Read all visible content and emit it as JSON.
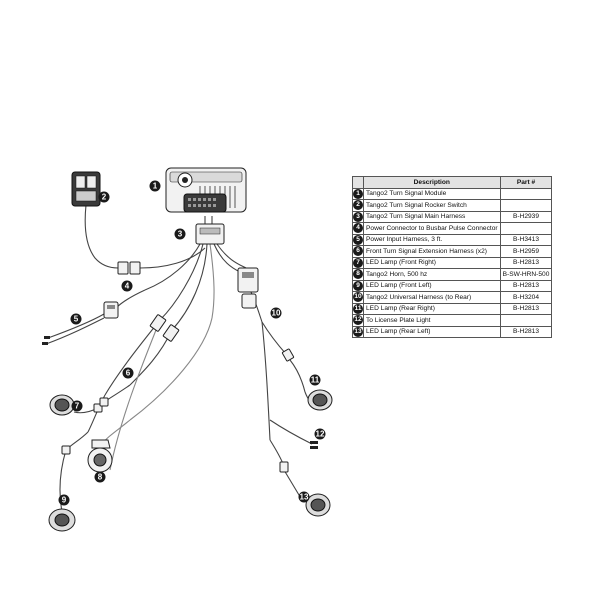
{
  "callouts": [
    "1",
    "2",
    "3",
    "4",
    "5",
    "6",
    "7",
    "8",
    "9",
    "10",
    "11",
    "12",
    "13"
  ],
  "table": {
    "headers": [
      "",
      "Description",
      "Part #"
    ],
    "rows": [
      {
        "num": "1",
        "description": "Tango2 Turn Signal Module",
        "part": ""
      },
      {
        "num": "2",
        "description": "Tango2 Turn Signal Rocker Switch",
        "part": ""
      },
      {
        "num": "3",
        "description": "Tango2 Turn Signal Main Harness",
        "part": "B-H2939"
      },
      {
        "num": "4",
        "description": "Power Connector to Busbar Pulse Connector",
        "part": ""
      },
      {
        "num": "5",
        "description": "Power Input Harness, 3 ft.",
        "part": "B-H3413"
      },
      {
        "num": "6",
        "description": "Front Turn Signal Extension Harness (x2)",
        "part": "B-H2959"
      },
      {
        "num": "7",
        "description": "LED Lamp (Front Right)",
        "part": "B-H2813"
      },
      {
        "num": "8",
        "description": "Tango2 Horn, 500 hz",
        "part": "B-SW-HRN-500"
      },
      {
        "num": "9",
        "description": "LED Lamp (Front Left)",
        "part": "B-H2813"
      },
      {
        "num": "10",
        "description": "Tango2 Universal Harness (to Rear)",
        "part": "B-H3204"
      },
      {
        "num": "11",
        "description": "LED Lamp (Rear Right)",
        "part": "B-H2813"
      },
      {
        "num": "12",
        "description": "To License Plate Light",
        "part": ""
      },
      {
        "num": "13",
        "description": "LED Lamp (Rear Left)",
        "part": "B-H2813"
      }
    ]
  }
}
